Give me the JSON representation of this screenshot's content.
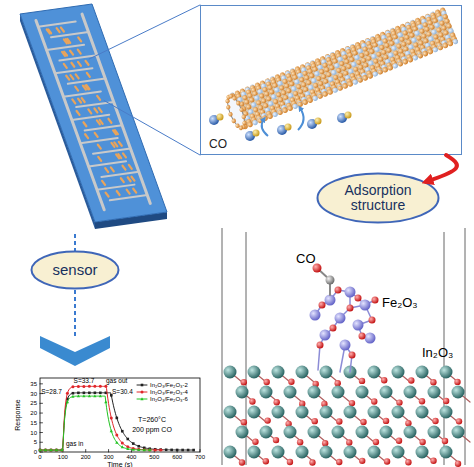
{
  "diagram": {
    "nodes": [
      {
        "text": [
          "CO"
        ]
      },
      {
        "text": [
          "sensor"
        ]
      },
      {
        "text": [
          "Adsorption structure"
        ]
      }
    ],
    "edges": [
      {
        "from": 0,
        "to": 2,
        "arrow": "to"
      }
    ],
    "labels": [
      "0",
      "5",
      "10",
      "15",
      "20",
      "25",
      "30",
      "35",
      "0",
      "100",
      "200",
      "300",
      "400",
      "500",
      "600",
      "700",
      "Response",
      "Time (s)",
      "S=33.7",
      "S=30.4",
      "S=28.7",
      "gas out",
      "gas in",
      "T=260°C",
      "200 ppm CO",
      "CO",
      "Fe₂O₃",
      "In₂O₃"
    ],
    "legend": [
      {
        "text": "In₂O₃/Fe₂O₃-2"
      },
      {
        "text": "In₂O₃/Fe₂O₃-4"
      },
      {
        "text": "In₂O₃/Fe₂O₃-6"
      }
    ]
  }
}
